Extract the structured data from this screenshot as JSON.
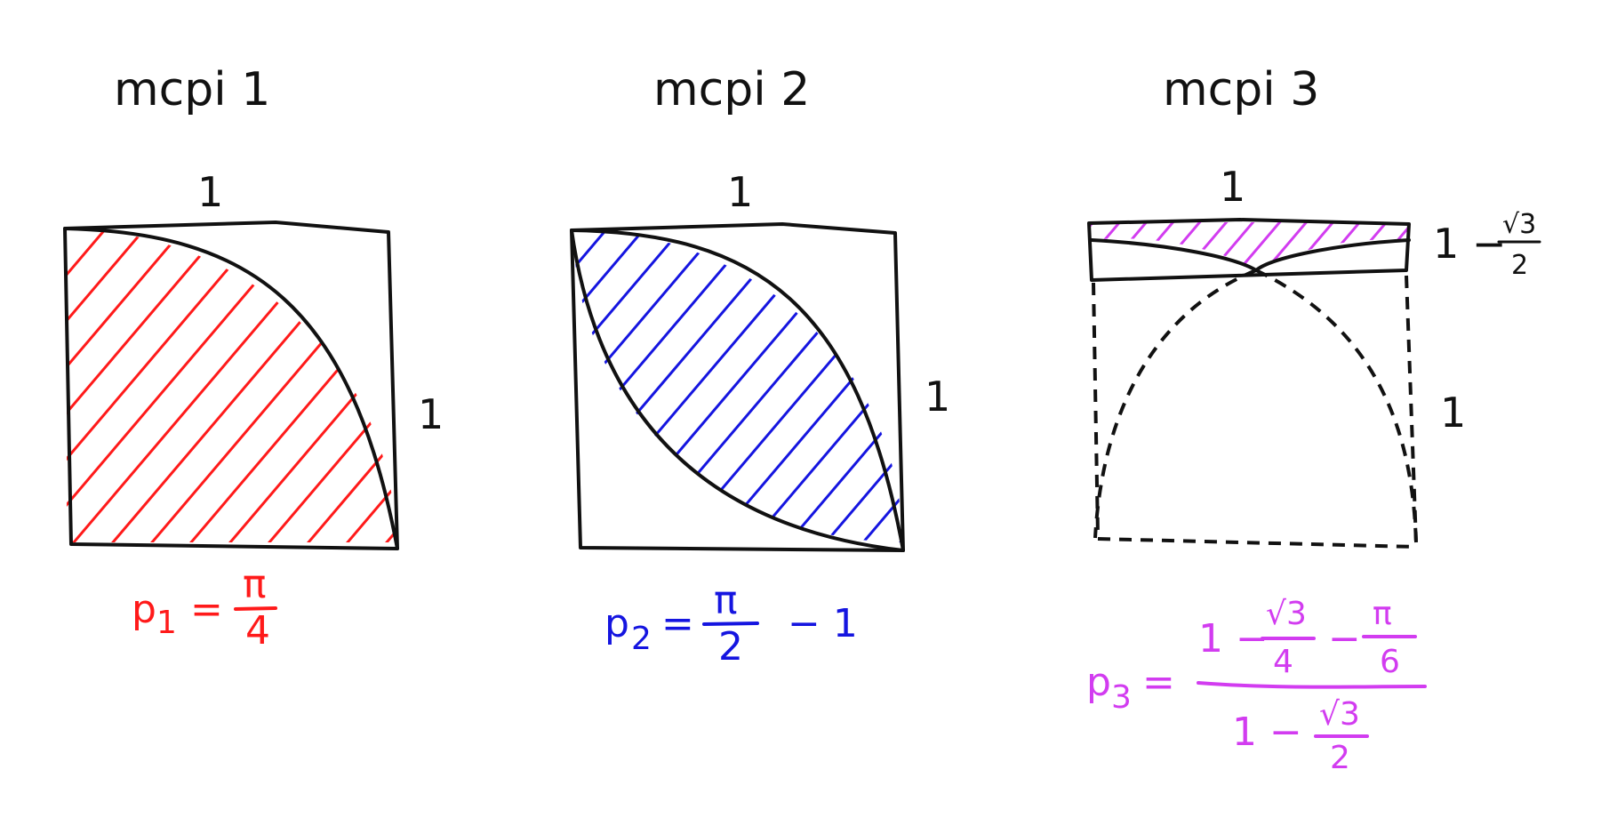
{
  "colors": {
    "ink": "#111111",
    "panel1": "#ff1a1a",
    "panel2": "#1515e0",
    "panel3": "#d23cf0"
  },
  "panels": [
    {
      "title": "mcpi 1",
      "top_side": "1",
      "right_side": "1",
      "formula": {
        "lhs": "p",
        "sub": "1",
        "eq": "=",
        "num": "π",
        "den": "4"
      }
    },
    {
      "title": "mcpi 2",
      "top_side": "1",
      "right_side": "1",
      "formula": {
        "lhs": "p",
        "sub": "2",
        "eq": "=",
        "num": "π",
        "den": "2",
        "tail": "− 1"
      }
    },
    {
      "title": "mcpi 3",
      "top_side": "1",
      "right_side": "1",
      "strip_label": {
        "lead": "1 −",
        "num": "√3",
        "den": "2"
      },
      "formula": {
        "lhs": "p",
        "sub": "3",
        "eq": "=",
        "num_lead": "1 −",
        "num_f1_num": "√3",
        "num_f1_den": "4",
        "num_minus": "−",
        "num_f2_num": "π",
        "num_f2_den": "6",
        "den_lead": "1 −",
        "den_f_num": "√3",
        "den_f_den": "2"
      }
    }
  ]
}
